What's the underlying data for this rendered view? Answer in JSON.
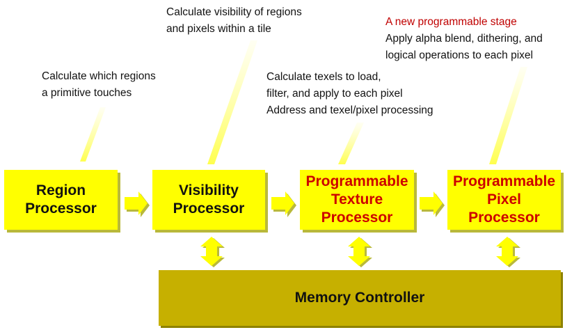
{
  "annotations": {
    "region": [
      "Calculate which regions",
      "a primitive touches"
    ],
    "visibility": [
      "Calculate visibility of regions",
      "and pixels within a tile"
    ],
    "texture": [
      "Calculate texels to load,",
      "filter, and apply to each pixel",
      "Address and texel/pixel processing"
    ],
    "pixel_highlight": "A new programmable stage",
    "pixel": [
      "Apply alpha blend, dithering, and",
      "logical operations to each pixel"
    ]
  },
  "stages": {
    "region": [
      "Region",
      "Processor"
    ],
    "visibility": [
      "Visibility",
      "Processor"
    ],
    "texture": [
      "Programmable",
      "Texture",
      "Processor"
    ],
    "pixel": [
      "Programmable",
      "Pixel",
      "Processor"
    ]
  },
  "memory_controller": "Memory Controller",
  "colors": {
    "stage_fill": "#ffff00",
    "memory_fill": "#c6b000",
    "highlight_text": "#cc0000",
    "callout_glow": "#ffff66"
  }
}
